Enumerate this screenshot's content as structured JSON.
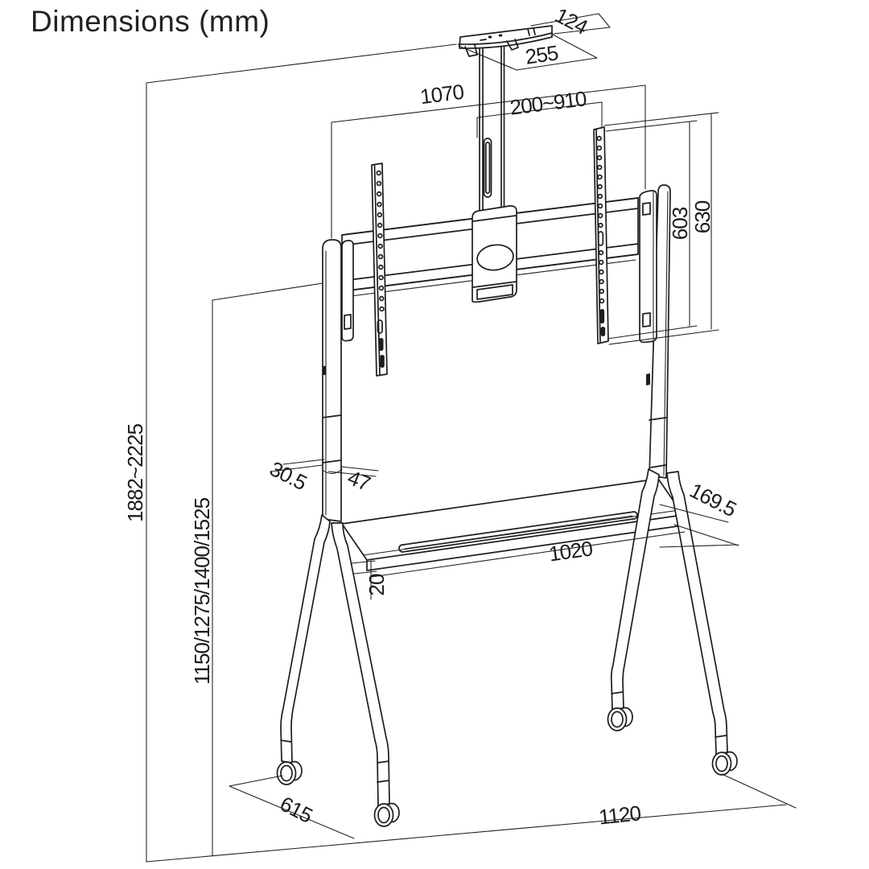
{
  "title": "Dimensions (mm)",
  "drawing": {
    "units": "mm"
  },
  "dimensions": {
    "top_plate_depth": "124",
    "top_plate_width": "255",
    "crossbar_width": "1070",
    "mount_adjust_range": "200~910",
    "vesa_hole_height": "603",
    "bracket_total_height": "630",
    "overall_height_range": "1882~2225",
    "display_center_heights": "1150/1275/1400/1525",
    "column_depth": "30.5",
    "column_width": "47",
    "shelf_end_depth": "169.5",
    "shelf_width": "1020",
    "shelf_thickness": "20",
    "base_depth": "615",
    "base_width": "1120"
  }
}
